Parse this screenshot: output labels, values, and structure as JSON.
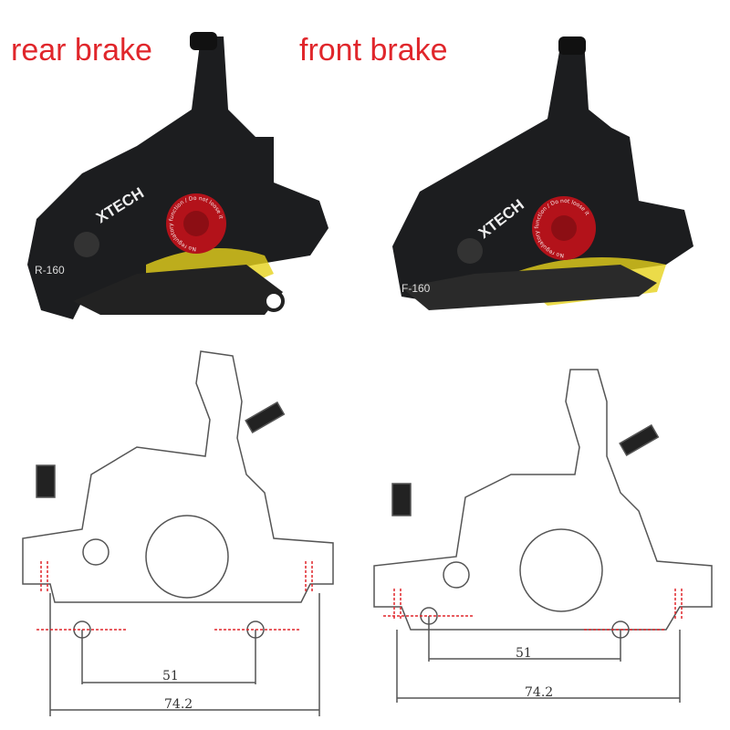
{
  "labels": {
    "rear": "rear brake",
    "front": "front brake"
  },
  "rear_caliper": {
    "brand": "XTECH",
    "model": "R-160",
    "cap_text": "No regulatory function / Do not loose it"
  },
  "front_caliper": {
    "brand": "XTECH",
    "model": "F-160",
    "cap_text": "No regulatory function / Do not loose it"
  },
  "dimensions": {
    "inner": "51",
    "outer": "74.2"
  },
  "colors": {
    "label": "#e0262b",
    "body": "#1c1d1f",
    "cap": "#b3121a",
    "rotor_hint": "#e6d21c",
    "drawing": "#555555",
    "marker": "#e0262b"
  }
}
